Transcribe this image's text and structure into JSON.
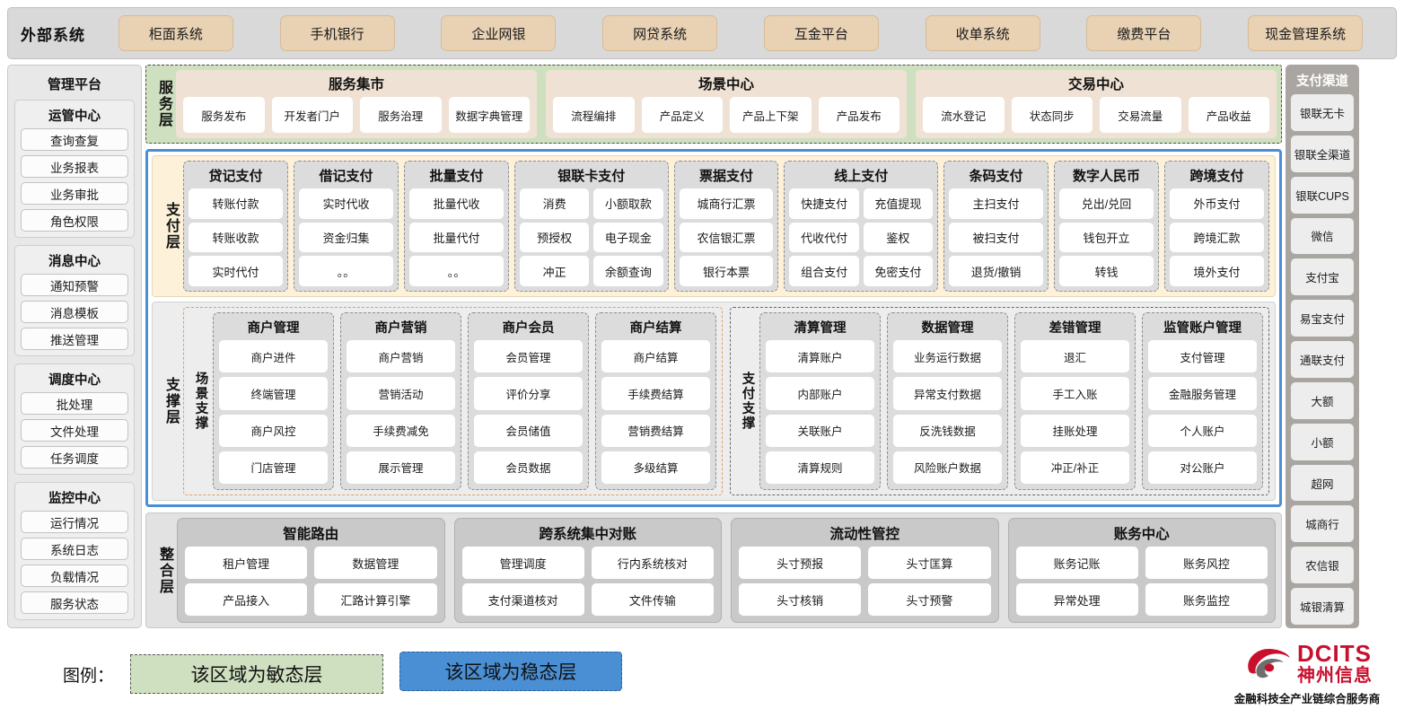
{
  "external_bar": {
    "title": "外部系统",
    "systems": [
      "柜面系统",
      "手机银行",
      "企业网银",
      "网贷系统",
      "互金平台",
      "收单系统",
      "缴费平台",
      "现金管理系统"
    ]
  },
  "left_sidebar": {
    "title": "管理平台",
    "groups": [
      {
        "title": "运管中心",
        "items": [
          "查询查复",
          "业务报表",
          "业务审批",
          "角色权限"
        ]
      },
      {
        "title": "消息中心",
        "items": [
          "通知预警",
          "消息模板",
          "推送管理"
        ]
      },
      {
        "title": "调度中心",
        "items": [
          "批处理",
          "文件处理",
          "任务调度"
        ]
      },
      {
        "title": "监控中心",
        "items": [
          "运行情况",
          "系统日志",
          "负载情况",
          "服务状态"
        ]
      }
    ]
  },
  "right_sidebar": {
    "title": "支付渠道",
    "channels": [
      "银联无卡",
      "银联全渠道",
      "银联CUPS",
      "微信",
      "支付宝",
      "易宝支付",
      "通联支付",
      "大额",
      "小额",
      "超网",
      "城商行",
      "农信银",
      "城银清算"
    ]
  },
  "service_layer": {
    "label": "服务层",
    "groups": [
      {
        "title": "服务集市",
        "items": [
          "服务发布",
          "开发者门户",
          "服务治理",
          "数据字典管理"
        ]
      },
      {
        "title": "场景中心",
        "items": [
          "流程编排",
          "产品定义",
          "产品上下架",
          "产品发布"
        ]
      },
      {
        "title": "交易中心",
        "items": [
          "流水登记",
          "状态同步",
          "交易流量",
          "产品收益"
        ]
      }
    ]
  },
  "payment_layer": {
    "label": "支付层",
    "groups": [
      {
        "title": "贷记支付",
        "cols": 1,
        "items": [
          "转账付款",
          "转账收款",
          "实时代付"
        ]
      },
      {
        "title": "借记支付",
        "cols": 1,
        "items": [
          "实时代收",
          "资金归集",
          "。。"
        ]
      },
      {
        "title": "批量支付",
        "cols": 1,
        "items": [
          "批量代收",
          "批量代付",
          "。。"
        ]
      },
      {
        "title": "银联卡支付",
        "cols": 2,
        "items": [
          "消费",
          "小额取款",
          "预授权",
          "电子现金",
          "冲正",
          "余额查询"
        ]
      },
      {
        "title": "票据支付",
        "cols": 1,
        "items": [
          "城商行汇票",
          "农信银汇票",
          "银行本票"
        ]
      },
      {
        "title": "线上支付",
        "cols": 2,
        "items": [
          "快捷支付",
          "充值提现",
          "代收代付",
          "鉴权",
          "组合支付",
          "免密支付"
        ]
      },
      {
        "title": "条码支付",
        "cols": 1,
        "items": [
          "主扫支付",
          "被扫支付",
          "退货/撤销"
        ]
      },
      {
        "title": "数字人民币",
        "cols": 1,
        "items": [
          "兑出/兑回",
          "钱包开立",
          "转钱"
        ]
      },
      {
        "title": "跨境支付",
        "cols": 1,
        "items": [
          "外币支付",
          "跨境汇款",
          "境外支付"
        ]
      }
    ]
  },
  "support_layer": {
    "label": "支撑层",
    "zones": [
      {
        "label": "场景支撑",
        "groups": [
          {
            "title": "商户管理",
            "items": [
              "商户进件",
              "终端管理",
              "商户风控",
              "门店管理"
            ]
          },
          {
            "title": "商户营销",
            "items": [
              "商户营销",
              "营销活动",
              "手续费减免",
              "展示管理"
            ]
          },
          {
            "title": "商户会员",
            "items": [
              "会员管理",
              "评价分享",
              "会员储值",
              "会员数据"
            ]
          },
          {
            "title": "商户结算",
            "items": [
              "商户结算",
              "手续费结算",
              "营销费结算",
              "多级结算"
            ]
          }
        ]
      },
      {
        "label": "支付支撑",
        "groups": [
          {
            "title": "清算管理",
            "items": [
              "清算账户",
              "内部账户",
              "关联账户",
              "清算规则"
            ]
          },
          {
            "title": "数据管理",
            "items": [
              "业务运行数据",
              "异常支付数据",
              "反洗钱数据",
              "风险账户数据"
            ]
          },
          {
            "title": "差错管理",
            "items": [
              "退汇",
              "手工入账",
              "挂账处理",
              "冲正/补正"
            ]
          },
          {
            "title": "监管账户管理",
            "items": [
              "支付管理",
              "金融服务管理",
              "个人账户",
              "对公账户"
            ]
          }
        ]
      }
    ]
  },
  "integration_layer": {
    "label": "整合层",
    "groups": [
      {
        "title": "智能路由",
        "items": [
          "租户管理",
          "数据管理",
          "产品接入",
          "汇路计算引擎"
        ]
      },
      {
        "title": "跨系统集中对账",
        "items": [
          "管理调度",
          "行内系统核对",
          "支付渠道核对",
          "文件传输"
        ]
      },
      {
        "title": "流动性管控",
        "items": [
          "头寸预报",
          "头寸匡算",
          "头寸核销",
          "头寸预警"
        ]
      },
      {
        "title": "账务中心",
        "items": [
          "账务记账",
          "账务风控",
          "异常处理",
          "账务监控"
        ]
      }
    ]
  },
  "legend": {
    "title": "图例：",
    "agile_label": "该区域为敏态层",
    "stable_label": "该区域为稳态层",
    "agile_color": "#cfe0c0",
    "stable_color": "#4a8fd4"
  },
  "logo": {
    "brand_en": "DCITS",
    "brand_cn": "神州信息",
    "slogan": "金融科技全产业链综合服务商",
    "brand_color": "#c8102e"
  }
}
